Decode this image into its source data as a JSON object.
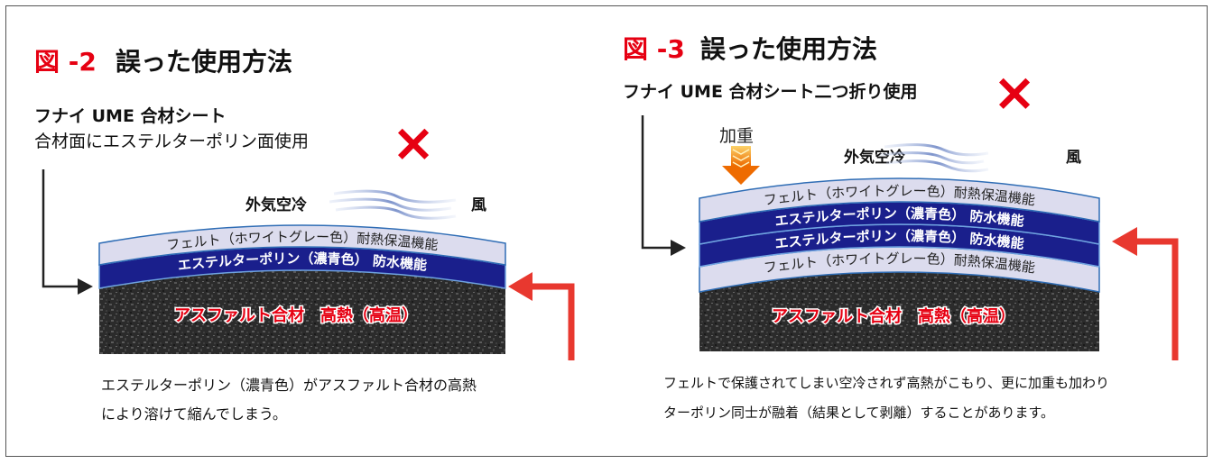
{
  "colors": {
    "accent_red": "#e60012",
    "tarp_blue": "#1a1f8c",
    "felt": "#dcdcee",
    "asphalt": "#2a2a2a",
    "arrow_red": "#e8382f",
    "load_orange": "#f39800"
  },
  "fig2": {
    "number": "図 -2",
    "title": "誤った使用方法",
    "subtitle_1": "フナイ UME 合材シート",
    "subtitle_2": "合材面にエステルターポリン面使用",
    "wrong_mark": "×",
    "wind_label": "外気空冷",
    "wind_char": "風",
    "layer_felt": "フェルト（ホワイトグレー色）耐熱保温機能",
    "layer_tarp": "エステルターポリン（濃青色） 防水機能",
    "layer_asphalt": "アスファルト合材　高熱（高温）",
    "caption_1": "エステルターポリン（濃青色）がアスファルト合材の高熱",
    "caption_2": "により溶けて縮んでしまう。"
  },
  "fig3": {
    "number": "図 -3",
    "title": "誤った使用方法",
    "subtitle_1": "フナイ UME 合材シート二つ折り使用",
    "wrong_mark": "×",
    "load_label": "加重",
    "wind_label": "外気空冷",
    "wind_char": "風",
    "layer_felt_top": "フェルト（ホワイトグレー色）耐熱保温機能",
    "layer_tarp_1": "エステルターポリン（濃青色） 防水機能",
    "layer_tarp_2": "エステルターポリン（濃青色） 防水機能",
    "layer_felt_bottom": "フェルト（ホワイトグレー色）耐熱保温機能",
    "layer_asphalt": "アスファルト合材　高熱（高温）",
    "caption_1": "フェルトで保護されてしまい空冷されず高熱がこもり、更に加重も加わり",
    "caption_2": "ターポリン同士が融着（結果として剥離）することがあります。"
  }
}
